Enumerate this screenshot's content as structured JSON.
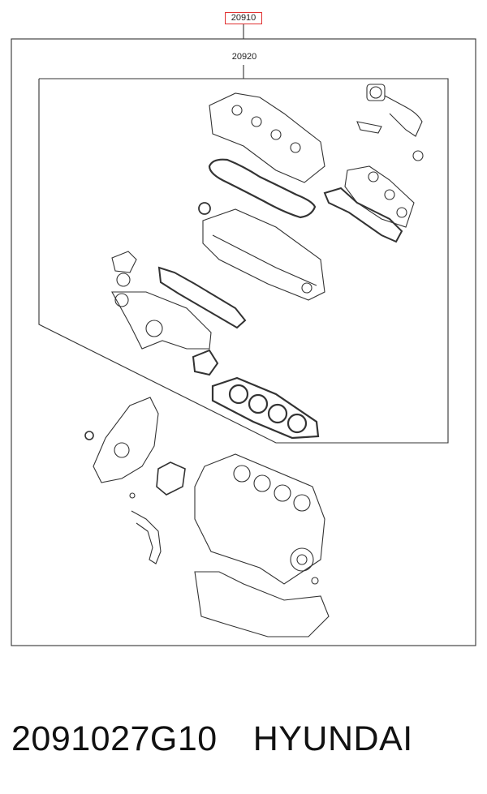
{
  "callouts": {
    "kit_top": "20910",
    "kit_inner": "20920"
  },
  "caption": {
    "part_number": "2091027G10",
    "brand": "HYUNDAI"
  }
}
